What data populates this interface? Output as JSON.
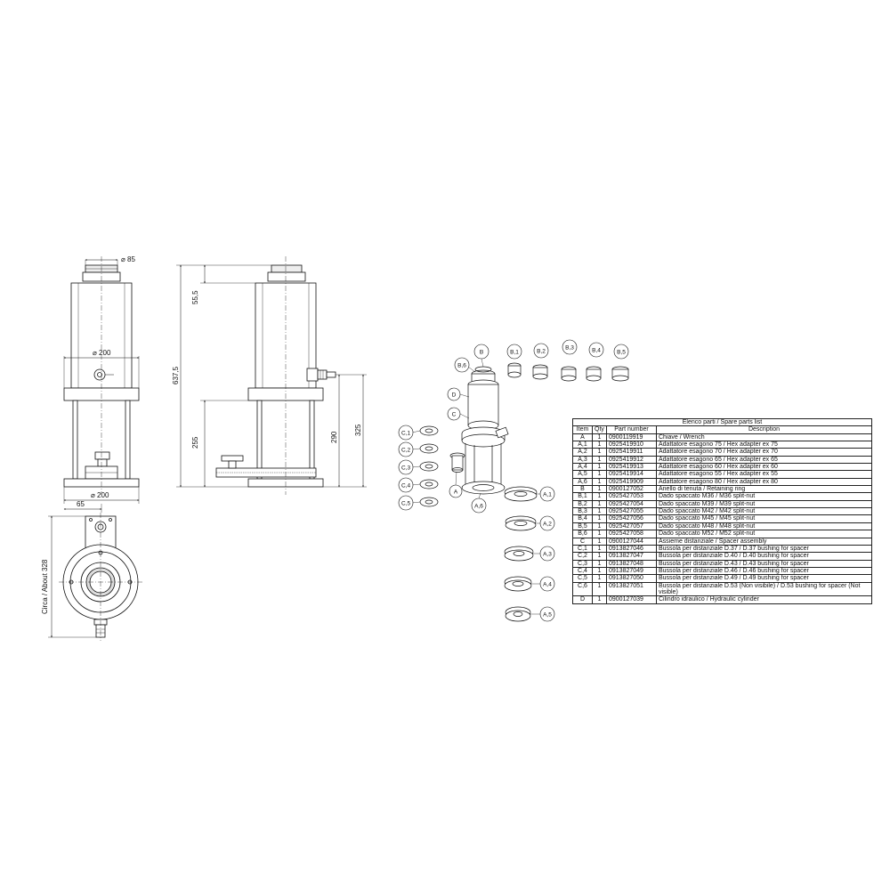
{
  "front_view": {
    "dim_top_diameter": "⌀ 85",
    "dim_mid_diameter": "⌀ 200",
    "dim_base_diameter": "⌀ 200",
    "dim_offset": "65"
  },
  "side_view": {
    "dim_top_height": "55,5",
    "dim_total_height": "637,5",
    "dim_lower_height": "255",
    "dim_port_height": "290",
    "dim_port_height_total": "325"
  },
  "top_view": {
    "dim_about": "Circa / About 328"
  },
  "exploded_view": {
    "callouts": {
      "B": "B",
      "B6": "B,6",
      "B1": "B,1",
      "B2": "B,2",
      "B3": "B,3",
      "B4": "B,4",
      "B5": "B,5",
      "C": "C",
      "C1": "C,1",
      "C2": "C,2",
      "C3": "C,3",
      "C4": "C,4",
      "C5": "C,5",
      "D": "D",
      "A": "A",
      "A6": "A,6",
      "A1": "A,1",
      "A2": "A,2",
      "A3": "A,3",
      "A4": "A,4",
      "A5": "A,5"
    }
  },
  "parts_table": {
    "title": "Elenco parti / Spare parts list",
    "headers": {
      "item": "Item",
      "qty": "Qty",
      "part": "Part number",
      "desc": "Description"
    },
    "rows": [
      {
        "item": "A",
        "qty": "1",
        "part": "0900119919",
        "desc": "Chiave / Wrench"
      },
      {
        "item": "A,1",
        "qty": "1",
        "part": "0925419910",
        "desc": "Adattatore esagono 75 / Hex adapter ex 75"
      },
      {
        "item": "A,2",
        "qty": "1",
        "part": "0925419911",
        "desc": "Adattatore esagono 70 / Hex adapter ex 70"
      },
      {
        "item": "A,3",
        "qty": "1",
        "part": "0925419912",
        "desc": "Adattatore esagono 65 / Hex adapter ex 65"
      },
      {
        "item": "A,4",
        "qty": "1",
        "part": "0925419913",
        "desc": "Adattatore esagono 60 / Hex adapter ex 60"
      },
      {
        "item": "A,5",
        "qty": "1",
        "part": "0925419914",
        "desc": "Adattatore esagono 55 / Hex adapter ex 55"
      },
      {
        "item": "A,6",
        "qty": "1",
        "part": "0925419909",
        "desc": "Adattatore esagono 80 / Hex adapter ex 80"
      },
      {
        "item": "B",
        "qty": "1",
        "part": "0900127052",
        "desc": "Anello di tenuta / Retaining ring"
      },
      {
        "item": "B,1",
        "qty": "1",
        "part": "0925427053",
        "desc": "Dado spaccato M36 / M36 split-nut"
      },
      {
        "item": "B,2",
        "qty": "1",
        "part": "0925427054",
        "desc": "Dado spaccato M39 / M39 split-nut"
      },
      {
        "item": "B,3",
        "qty": "1",
        "part": "0925427055",
        "desc": "Dado spaccato M42 / M42 split-nut"
      },
      {
        "item": "B,4",
        "qty": "1",
        "part": "0925427056",
        "desc": "Dado spaccato M45 / M45 split-nut"
      },
      {
        "item": "B,5",
        "qty": "1",
        "part": "0925427057",
        "desc": "Dado spaccato M48 / M48 split-nut"
      },
      {
        "item": "B,6",
        "qty": "1",
        "part": "0925427058",
        "desc": "Dado spaccato M52 / M52 split-nut"
      },
      {
        "item": "C",
        "qty": "1",
        "part": "0900127044",
        "desc": "Assieme distanziale / Spacer assembly"
      },
      {
        "item": "C,1",
        "qty": "1",
        "part": "0913827046",
        "desc": "Bussola per distanziale D.37 / D.37 bushing for spacer"
      },
      {
        "item": "C,2",
        "qty": "1",
        "part": "0913827047",
        "desc": "Bussola per distanziale D.40 / D.40 bushing for spacer"
      },
      {
        "item": "C,3",
        "qty": "1",
        "part": "0913827048",
        "desc": "Bussola per distanziale D.43 / D.43 bushing for spacer"
      },
      {
        "item": "C,4",
        "qty": "1",
        "part": "0913827049",
        "desc": "Bussola per distanziale D.46 / D.46 bushing for spacer"
      },
      {
        "item": "C,5",
        "qty": "1",
        "part": "0913827050",
        "desc": "Bussola per distanziale D.49 / D.49 bushing for spacer"
      },
      {
        "item": "C,6",
        "qty": "1",
        "part": "0913827051",
        "desc": "Bussola per distanziale D.53 (Non visibile) / D.53 bushing for spacer (Not visible)"
      },
      {
        "item": "D",
        "qty": "1",
        "part": "0900127039",
        "desc": "Cilindro idraulico / Hydraulic cylinder"
      }
    ]
  }
}
